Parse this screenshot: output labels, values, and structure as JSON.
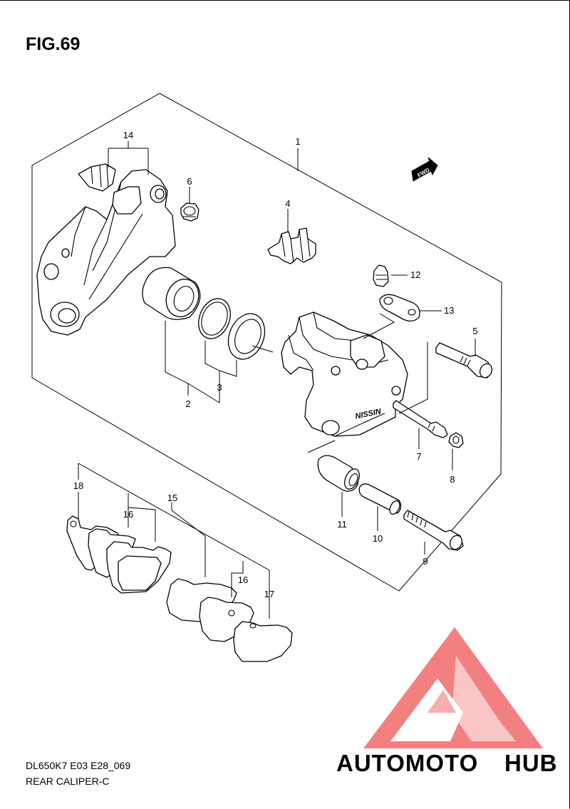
{
  "figure": {
    "title": "FIG.69",
    "model_code": "DL650K7 E03 E28_069",
    "section_name": "REAR CALIPER-C",
    "fwd_label": "FWD"
  },
  "callouts": [
    {
      "id": "1",
      "label": "1"
    },
    {
      "id": "2",
      "label": "2"
    },
    {
      "id": "3",
      "label": "3"
    },
    {
      "id": "4",
      "label": "4"
    },
    {
      "id": "5",
      "label": "5"
    },
    {
      "id": "6",
      "label": "6"
    },
    {
      "id": "7",
      "label": "7"
    },
    {
      "id": "8",
      "label": "8"
    },
    {
      "id": "9",
      "label": "9"
    },
    {
      "id": "10",
      "label": "10"
    },
    {
      "id": "11",
      "label": "11"
    },
    {
      "id": "12",
      "label": "12"
    },
    {
      "id": "13",
      "label": "13"
    },
    {
      "id": "14",
      "label": "14"
    },
    {
      "id": "15",
      "label": "15"
    },
    {
      "id": "16a",
      "label": "16"
    },
    {
      "id": "16b",
      "label": "16"
    },
    {
      "id": "17",
      "label": "17"
    },
    {
      "id": "18",
      "label": "18"
    }
  ],
  "watermark": {
    "part1": "AUTOMOTO",
    "part2": "HUB",
    "color_primary": "#f26b6b",
    "color_secondary": "#f4b183",
    "color_tertiary": "#7f7f7f"
  },
  "colors": {
    "line": "#000000",
    "background": "#ffffff"
  }
}
